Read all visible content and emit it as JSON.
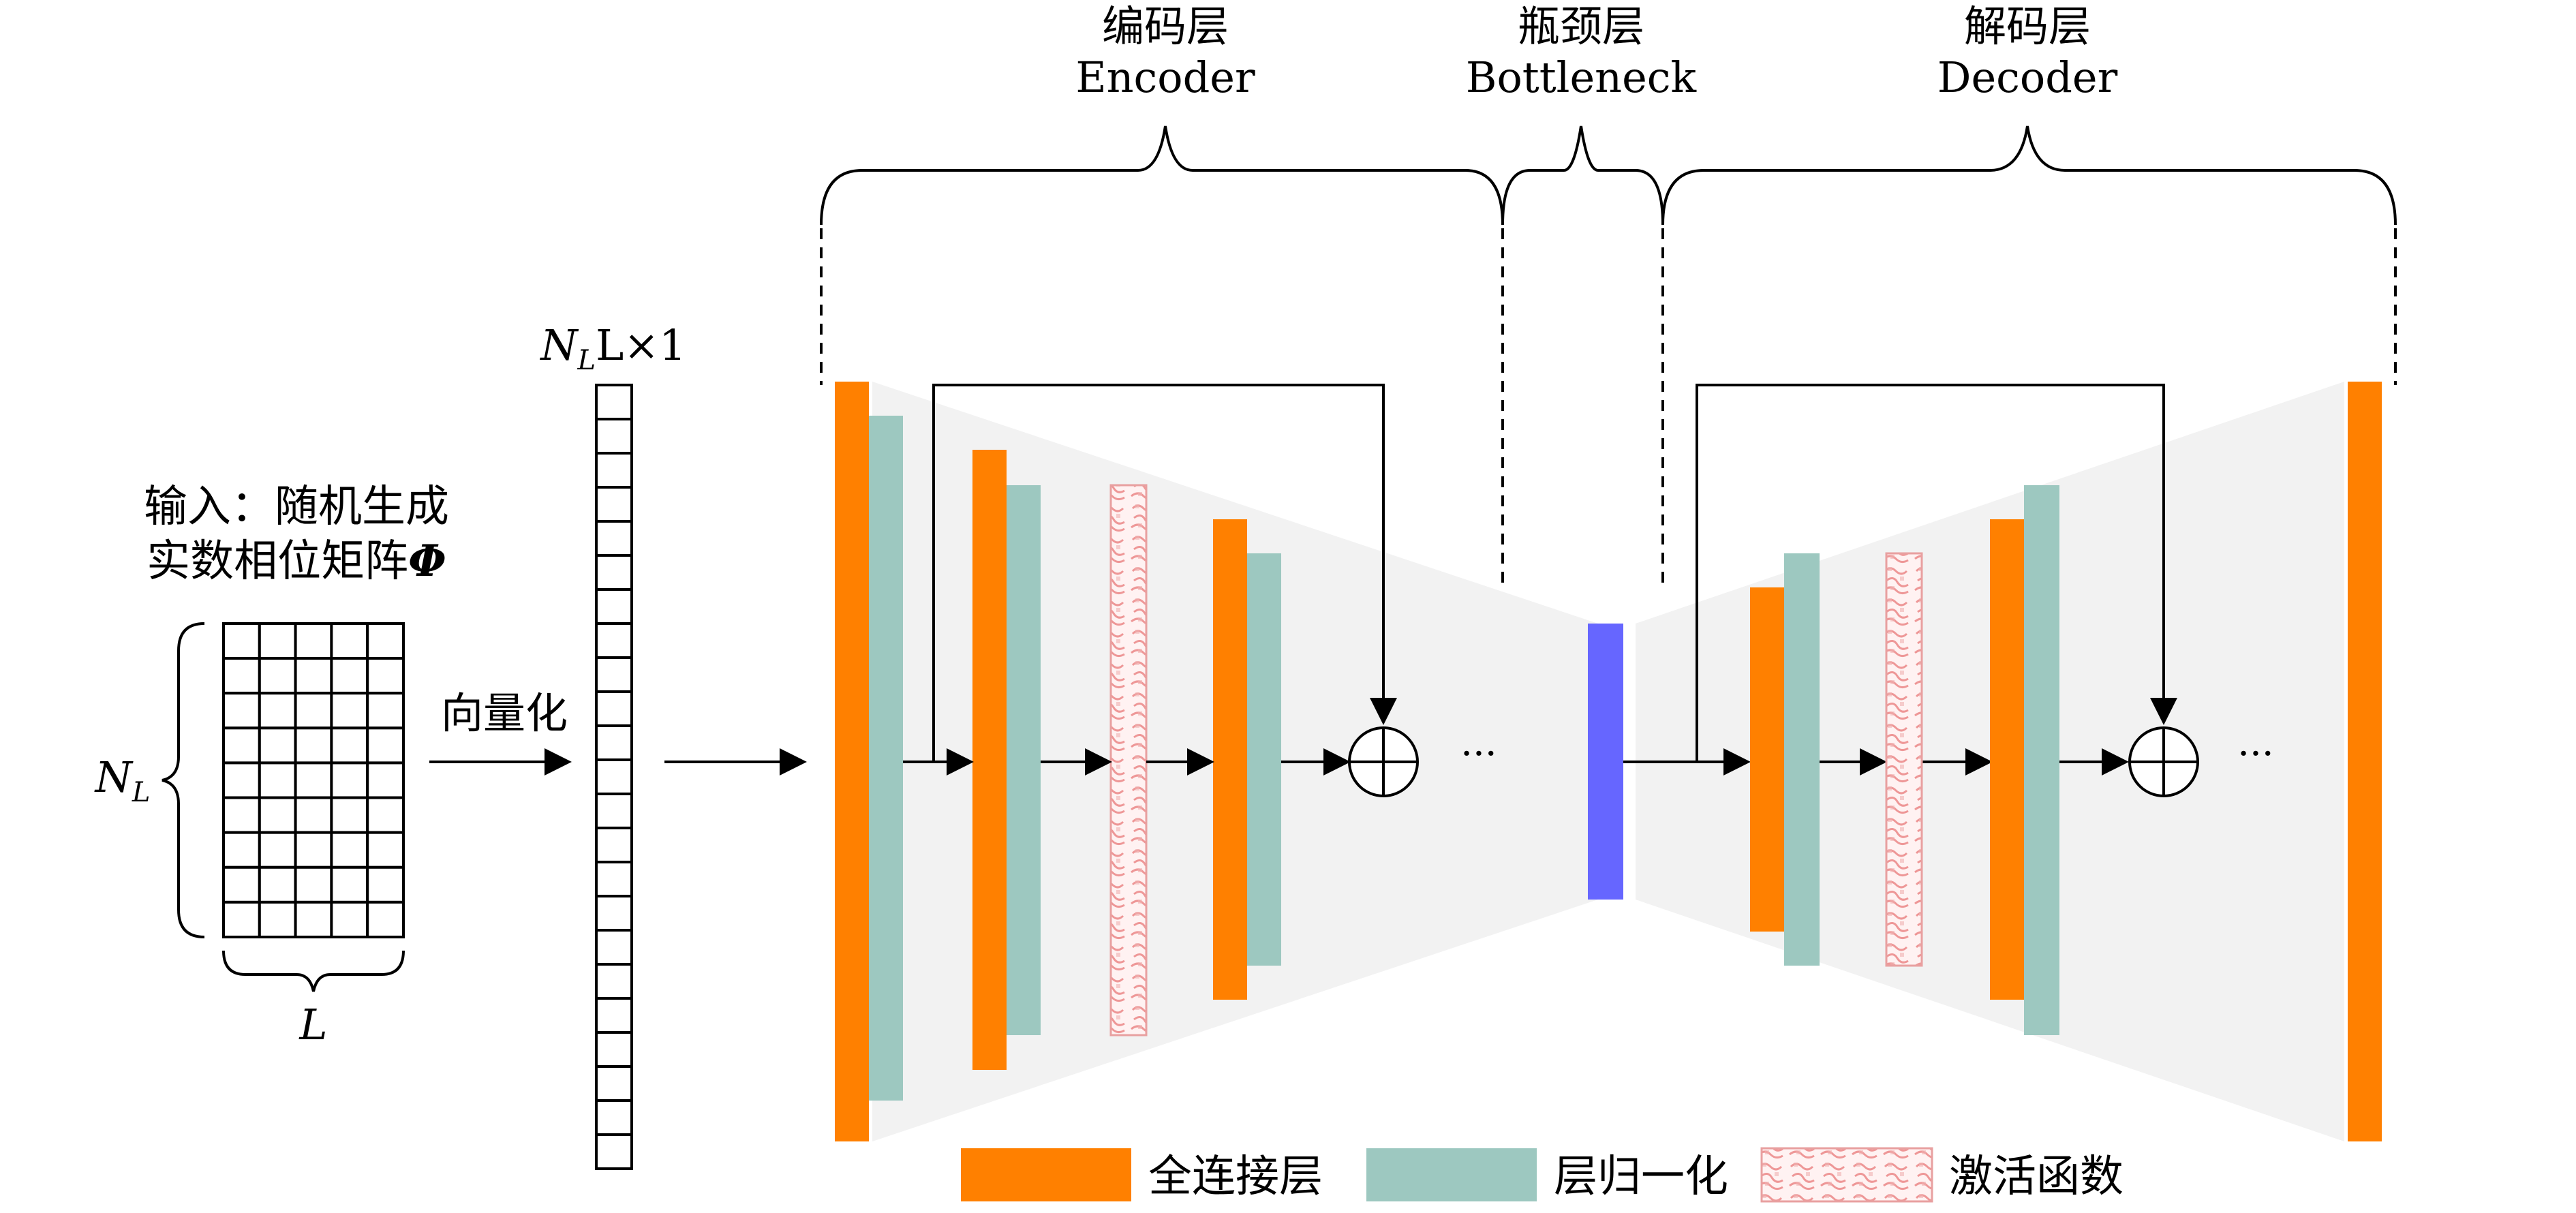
{
  "sections": {
    "encoder": {
      "cn": "编码层",
      "en": "Encoder"
    },
    "bottleneck": {
      "cn": "瓶颈层",
      "en": "Bottleneck"
    },
    "decoder": {
      "cn": "解码层",
      "en": "Decoder"
    }
  },
  "input": {
    "title_line1": "输入：随机生成",
    "title_line2": "实数相位矩阵",
    "phi_symbol": "Φ",
    "rows_label_main": "N",
    "rows_label_sub": "L",
    "cols_label": "L",
    "grid_rows": 9,
    "grid_cols": 5
  },
  "vectorize": {
    "label": "向量化",
    "size_main": "N",
    "size_sub": "L",
    "size_rest": "L×1",
    "cells": 23
  },
  "ellipsis": "···",
  "legend": {
    "fc": "全连接层",
    "ln": "层归一化",
    "act": "激活函数"
  },
  "colors": {
    "fc": "#FF8000",
    "ln": "#9DC8C0",
    "bottleneck": "#6666FF",
    "activation_border": "#E8A0A0",
    "activation_pattern": "#E87878",
    "funnel": "#F2F2F2",
    "stroke": "#000000"
  }
}
